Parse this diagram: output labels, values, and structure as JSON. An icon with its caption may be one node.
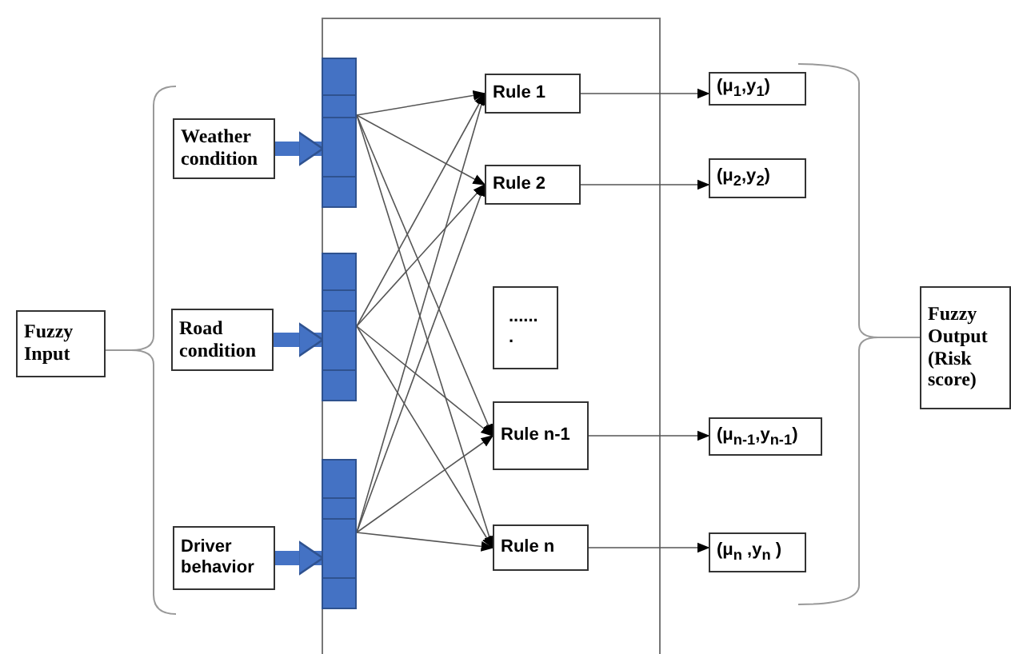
{
  "diagram": {
    "nodes": [
      {
        "text": [
          "Fuzzy Input"
        ]
      },
      {
        "text": [
          "Weather condition"
        ]
      },
      {
        "text": [
          "Road condition"
        ]
      },
      {
        "text": [
          "Driver behavior"
        ]
      },
      {
        "text": [],
        "shape": "bar"
      },
      {
        "text": [],
        "shape": "bar"
      },
      {
        "text": [],
        "shape": "bar"
      },
      {
        "text": [
          "Rule 1"
        ]
      },
      {
        "text": [
          "Rule 2"
        ]
      },
      {
        "text": [
          "...... ."
        ]
      },
      {
        "text": [
          "Rule n-1"
        ]
      },
      {
        "text": [
          "Rule n"
        ]
      },
      {
        "text": [
          "(μ$_{1}$,y$_{1}$)"
        ]
      },
      {
        "text": [
          "(μ$_{2}$,y$_{2}$)"
        ]
      },
      {
        "text": [
          "(μ$_{n-1}$,y$_{n-1}$)"
        ]
      },
      {
        "text": [
          "(μ$_{n}$ ,y$_{n}$ )"
        ]
      },
      {
        "text": [
          "Fuzzy Output (Risk score)"
        ]
      }
    ],
    "edges": [
      {
        "from": 1,
        "to": 4,
        "arrow": "to",
        "style": "thick",
        "color": "#4472c4"
      },
      {
        "from": 2,
        "to": 5,
        "arrow": "to",
        "style": "thick",
        "color": "#4472c4"
      },
      {
        "from": 3,
        "to": 6,
        "arrow": "to",
        "style": "thick",
        "color": "#4472c4"
      },
      {
        "from": 4,
        "to": 7,
        "arrow": "to"
      },
      {
        "from": 4,
        "to": 8,
        "arrow": "to"
      },
      {
        "from": 4,
        "to": 10,
        "arrow": "to"
      },
      {
        "from": 4,
        "to": 11,
        "arrow": "to"
      },
      {
        "from": 5,
        "to": 7,
        "arrow": "to"
      },
      {
        "from": 5,
        "to": 8,
        "arrow": "to"
      },
      {
        "from": 5,
        "to": 10,
        "arrow": "to"
      },
      {
        "from": 5,
        "to": 11,
        "arrow": "to"
      },
      {
        "from": 6,
        "to": 7,
        "arrow": "to"
      },
      {
        "from": 6,
        "to": 8,
        "arrow": "to"
      },
      {
        "from": 6,
        "to": 10,
        "arrow": "to"
      },
      {
        "from": 6,
        "to": 11,
        "arrow": "to"
      },
      {
        "from": 7,
        "to": 12,
        "arrow": "to"
      },
      {
        "from": 8,
        "to": 13,
        "arrow": "to"
      },
      {
        "from": 10,
        "to": 14,
        "arrow": "to"
      },
      {
        "from": 11,
        "to": 15,
        "arrow": "to"
      }
    ]
  }
}
